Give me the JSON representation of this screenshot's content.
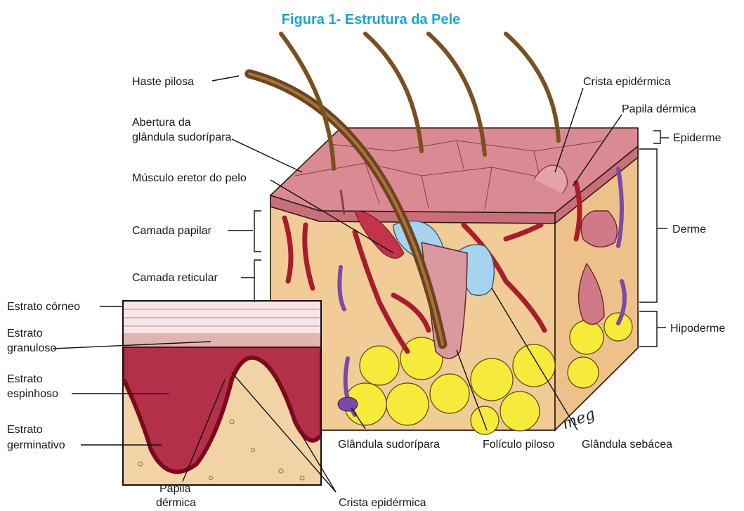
{
  "figure": {
    "title": "Figura 1- Estrutura da Pele",
    "labels": {
      "haste_pilosa": "Haste pilosa",
      "abertura_l1": "Abertura da",
      "abertura_l2": "glândula sudorípara",
      "musculo": "Músculo eretor do pelo",
      "camada_papilar": "Camada papilar",
      "camada_reticular": "Camada reticular",
      "estrato_corneo": "Estrato córneo",
      "granuloso_l1": "Estrato",
      "granuloso_l2": "granuloso",
      "espinhoso_l1": "Estrato",
      "espinhoso_l2": "espinhoso",
      "germinativo_l1": "Estrato",
      "germinativo_l2": "germinativo",
      "papila_inset_l1": "Papila",
      "papila_inset_l2": "dérmica",
      "crista_bottom": "Crista epidérmica",
      "glandula_sudoripara": "Glândula sudorípara",
      "foliculo_piloso": "Folículo piloso",
      "glandula_sebacea": "Glândula sebácea",
      "crista_top": "Crista epidérmica",
      "papila_top": "Papila dérmica",
      "epiderme": "Epiderme",
      "derme": "Derme",
      "hipoderme": "Hipoderme",
      "signature": "meg"
    },
    "colors": {
      "title": "#1aa3d9",
      "epidermis": "#d98a92",
      "dermis": "#f1cc96",
      "hypodermis_fat": "#f4e532",
      "vessels": "#a81c2c",
      "hair": "#6b4420",
      "sebaceous_gland": "#a6d4ef",
      "nerve": "#7a4aa6"
    }
  }
}
